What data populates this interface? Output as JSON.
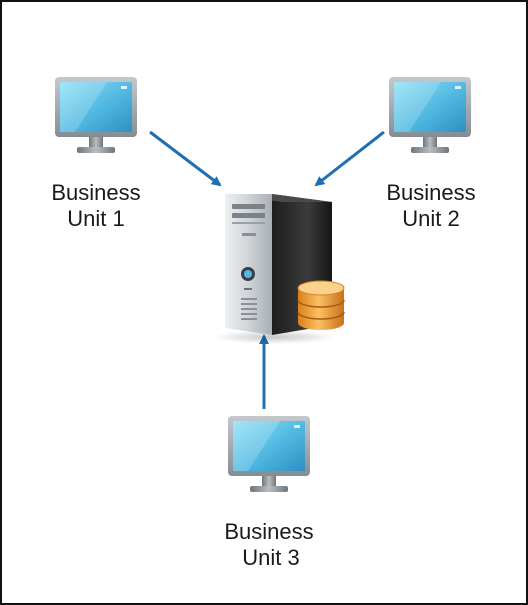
{
  "diagram": {
    "nodes": [
      {
        "id": "bu1",
        "icon": "monitor-icon",
        "label_line1": "Business",
        "label_line2": "Unit 1"
      },
      {
        "id": "bu2",
        "icon": "monitor-icon",
        "label_line1": "Business",
        "label_line2": "Unit 2"
      },
      {
        "id": "bu3",
        "icon": "monitor-icon",
        "label_line1": "Business",
        "label_line2": "Unit 3"
      },
      {
        "id": "server",
        "icon": "server-tower-icon",
        "label_line1": "",
        "label_line2": ""
      },
      {
        "id": "db",
        "icon": "database-icon",
        "label_line1": "",
        "label_line2": ""
      }
    ],
    "edges": [
      {
        "from": "bu1",
        "to": "server"
      },
      {
        "from": "bu2",
        "to": "server"
      },
      {
        "from": "bu3",
        "to": "server"
      }
    ],
    "colors": {
      "arrow": "#1f6fb5",
      "screen": "#5bc4e6",
      "monitor_frame": "#8d959c",
      "server_body": "#2b2b2b",
      "server_front": "#d4d8dc",
      "database": "#f0a030"
    }
  }
}
